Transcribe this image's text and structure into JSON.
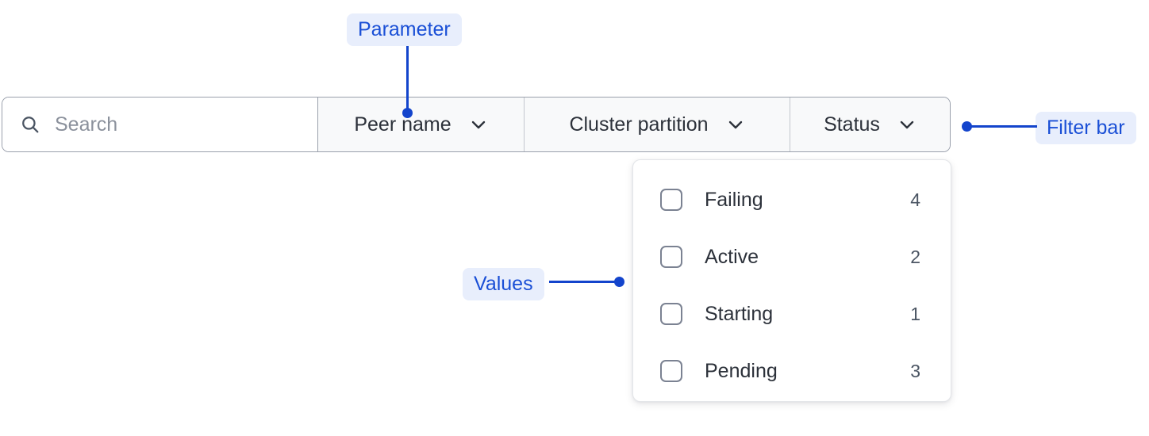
{
  "filter_bar": {
    "search": {
      "placeholder": "Search",
      "value": "",
      "icon": "search-icon"
    },
    "dropdowns": [
      {
        "label": "Peer name",
        "icon": "chevron-down-icon",
        "expanded": false
      },
      {
        "label": "Cluster partition",
        "icon": "chevron-down-icon",
        "expanded": false
      },
      {
        "label": "Status",
        "icon": "chevron-down-icon",
        "expanded": true
      }
    ]
  },
  "dropdown_panel": {
    "for": "Status",
    "options": [
      {
        "label": "Failing",
        "count": "4",
        "checked": false
      },
      {
        "label": "Active",
        "count": "2",
        "checked": false
      },
      {
        "label": "Starting",
        "count": "1",
        "checked": false
      },
      {
        "label": "Pending",
        "count": "3",
        "checked": false
      }
    ]
  },
  "annotations": [
    {
      "label": "Parameter",
      "target": "peer-name-dropdown"
    },
    {
      "label": "Filter bar",
      "target": "filter-bar"
    },
    {
      "label": "Values",
      "target": "dropdown-panel-options"
    }
  ],
  "colors": {
    "annotation_text": "#1344cc",
    "annotation_pill_bg": "#e8eefc",
    "bar_border": "#9aa0ac",
    "dropdown_bg": "#f8f9fa",
    "search_bg": "#ffffff",
    "text_primary": "#2c313a",
    "placeholder": "#8b919c"
  }
}
